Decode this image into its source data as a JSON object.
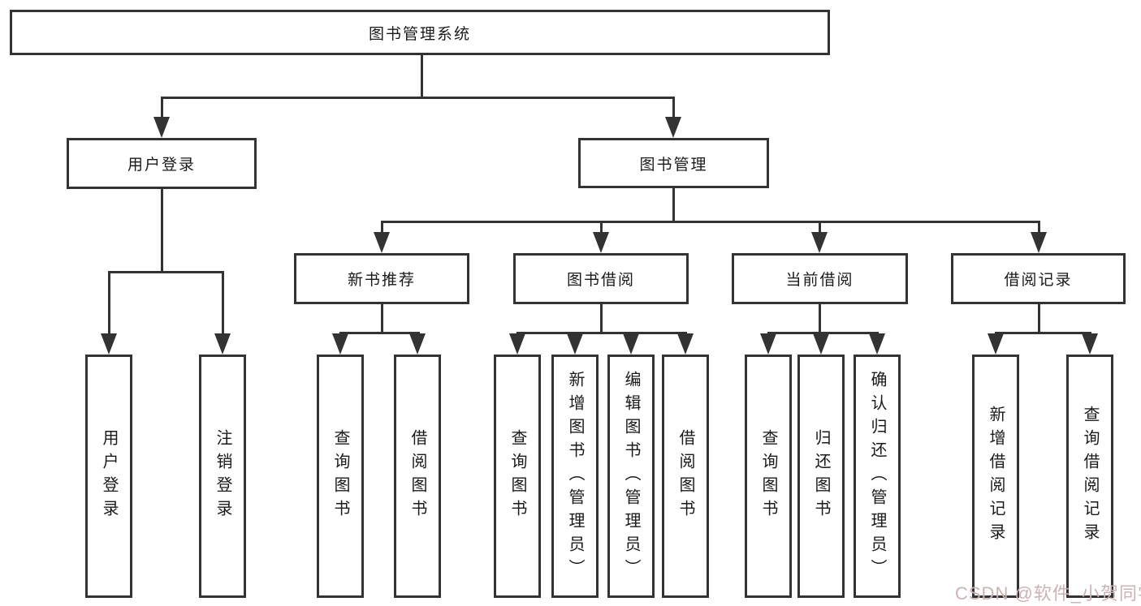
{
  "diagram": {
    "root": "图书管理系统",
    "user": {
      "label": "用户登录",
      "children": [
        "用户登录",
        "注销登录"
      ]
    },
    "management": {
      "label": "图书管理",
      "sections": [
        {
          "label": "新书推荐",
          "children": [
            "查询图书",
            "借阅图书"
          ]
        },
        {
          "label": "图书借阅",
          "children": [
            "查询图书",
            "新增图书（管理员）",
            "编辑图书（管理员）",
            "借阅图书"
          ]
        },
        {
          "label": "当前借阅",
          "children": [
            "查询图书",
            "归还图书",
            "确认归还（管理员）"
          ]
        },
        {
          "label": "借阅记录",
          "children": [
            "新增借阅记录",
            "查询借阅记录"
          ]
        }
      ]
    }
  },
  "watermark": {
    "text": "CSDN @软件_小贺同学",
    "color": "#ccb3b3"
  },
  "colors": {
    "line": "#333333",
    "border": "#333333",
    "text": "#1a1a1a",
    "background": "#ffffff"
  }
}
